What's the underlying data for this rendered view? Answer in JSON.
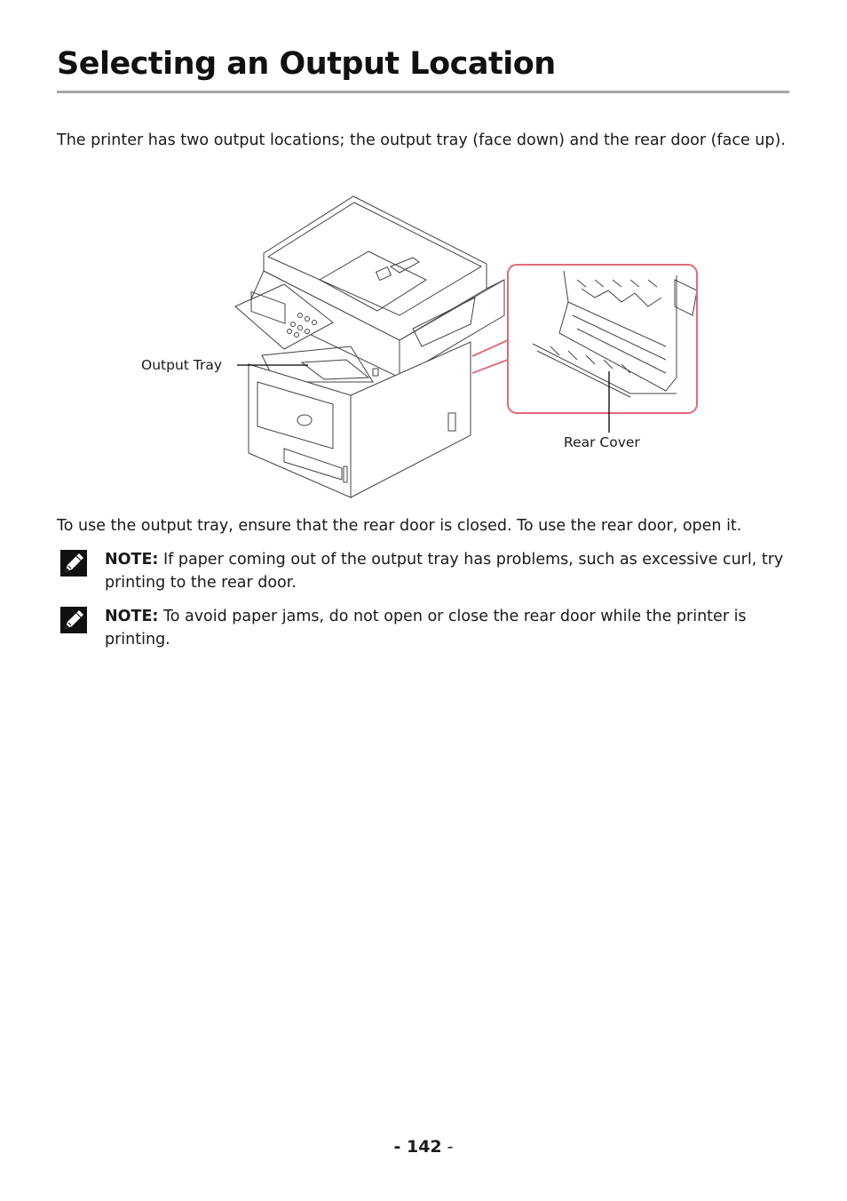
{
  "title": "Selecting an Output Location",
  "intro": "The printer has two output locations; the output tray (face down) and the rear door (face up).",
  "figure": {
    "output_tray_label": "Output Tray",
    "rear_cover_label": "Rear Cover",
    "callout_color": "#e26a78"
  },
  "usage": "To use the output tray, ensure that the rear door is closed. To use the rear door, open it.",
  "notes": [
    {
      "label": "NOTE:",
      "text": " If paper coming out of the output tray has problems, such as excessive curl, try printing to the rear door."
    },
    {
      "label": "NOTE:",
      "text": " To avoid paper jams, do not open or close the rear door while the printer is printing."
    }
  ],
  "page_number": "142"
}
